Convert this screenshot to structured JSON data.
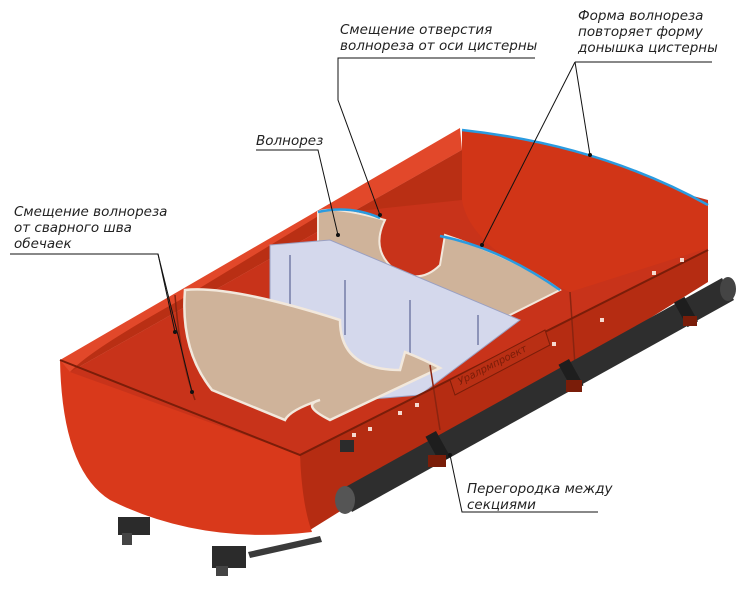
{
  "colors": {
    "tank": "#d9391b",
    "tank_dark": "#a8280f",
    "tank_shadow": "#7a1d09",
    "baffle": "#cfb39a",
    "baffle_edge": "#f2e8dc",
    "partition": "#d4d8ec",
    "pipe": "#2e2e2e",
    "highlight": "#2a9be0",
    "leader": "#111111"
  },
  "labels": {
    "hole_offset": [
      "Смещение отверстия",
      "волнореза от оси цистерны"
    ],
    "baffle_shape": [
      "Форма волнореза",
      "повторяет форму",
      "донышка цистерны"
    ],
    "baffle": [
      "Волнорез"
    ],
    "seam_offset": [
      "Смещение волнореза",
      "от сварного шва",
      "обечаек"
    ],
    "partition": [
      "Перегородка между",
      "секциями"
    ]
  },
  "emboss_text": "Уралрмпроект"
}
